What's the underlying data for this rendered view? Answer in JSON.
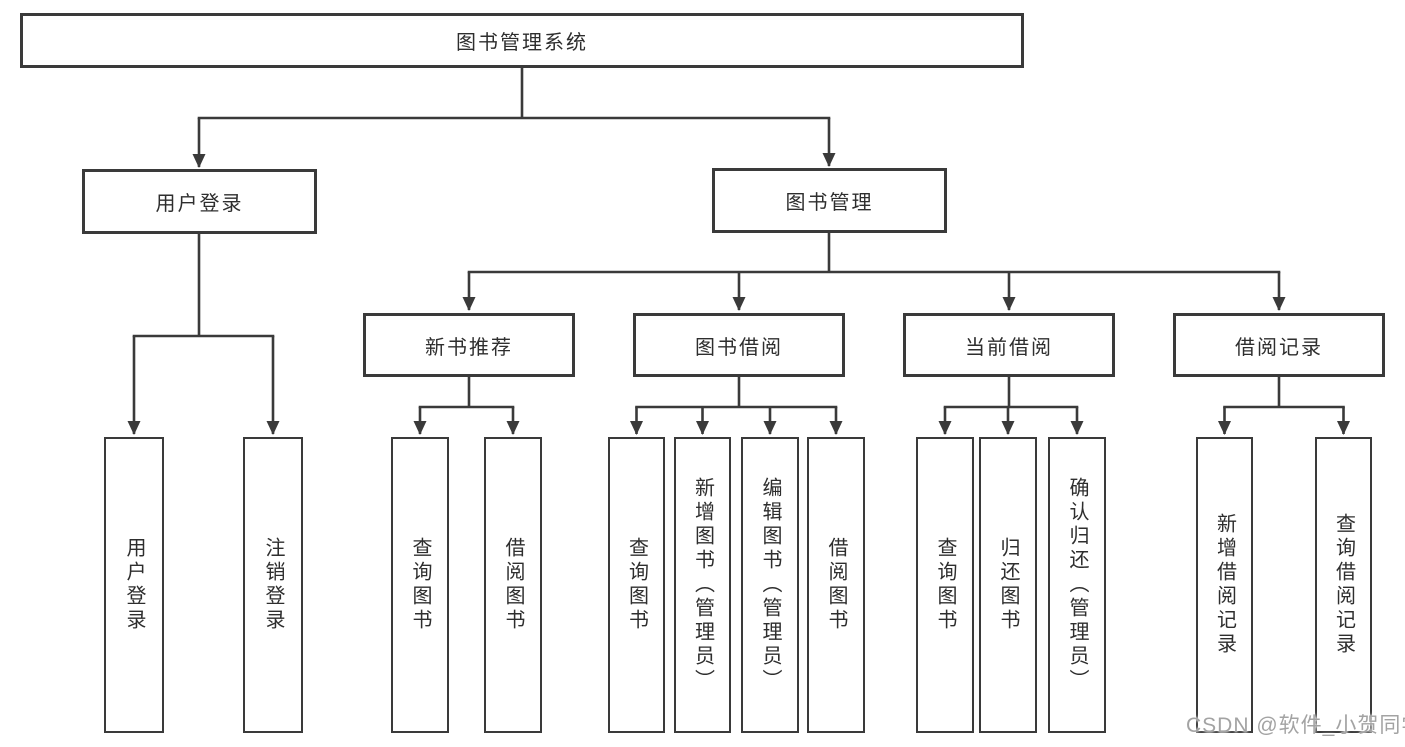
{
  "diagram_title": "图书管理系统",
  "colors": {
    "line": "#3a3a3a",
    "text": "#2e2e2e",
    "background": "#ffffff",
    "watermark": "#a3a3a3"
  },
  "watermark": {
    "text": "CSDN @软件_小贺同学"
  },
  "nodes": {
    "root": {
      "label": "图书管理系统"
    },
    "user_login": {
      "label": "用户登录"
    },
    "book_mgmt": {
      "label": "图书管理"
    },
    "login": {
      "label": "用户登录"
    },
    "logout": {
      "label": "注销登录"
    },
    "new_book_rec": {
      "label": "新书推荐"
    },
    "book_borrow": {
      "label": "图书借阅"
    },
    "current_borrow": {
      "label": "当前借阅"
    },
    "borrow_records": {
      "label": "借阅记录"
    },
    "nbr_query_books": {
      "label": "查询图书"
    },
    "nbr_borrow_books": {
      "label": "借阅图书"
    },
    "bb_query_books": {
      "label": "查询图书"
    },
    "bb_add_books": {
      "label": "新增图书（管理员）"
    },
    "bb_edit_books": {
      "label": "编辑图书（管理员）"
    },
    "bb_borrow_books": {
      "label": "借阅图书"
    },
    "cb_query_books": {
      "label": "查询图书"
    },
    "cb_return_books": {
      "label": "归还图书"
    },
    "cb_confirm_return": {
      "label": "确认归还（管理员）"
    },
    "br_add_record": {
      "label": "新增借阅记录"
    },
    "br_query_record": {
      "label": "查询借阅记录"
    }
  }
}
